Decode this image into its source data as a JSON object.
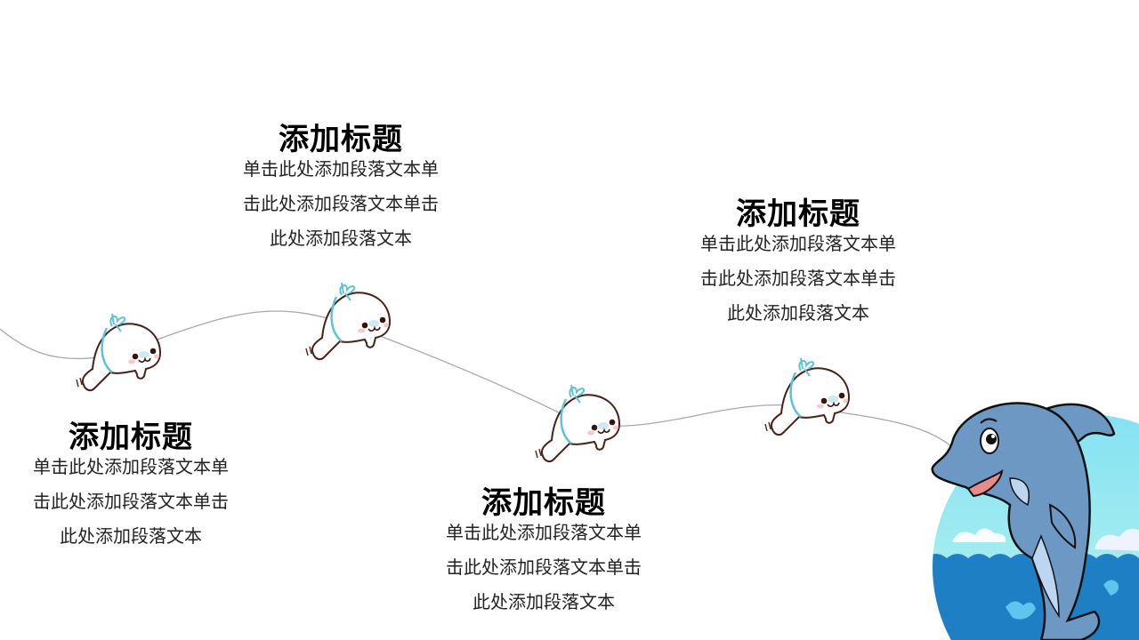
{
  "slide": {
    "background": "#ffffff",
    "path_color": "#a8a8a8",
    "blocks": [
      {
        "title": "添加标题",
        "body": [
          "单击此处添加段落文本单",
          "击此处添加段落文本单击",
          "此处添加段落文本"
        ]
      },
      {
        "title": "添加标题",
        "body": [
          "单击此处添加段落文本单",
          "击此处添加段落文本单击",
          "此处添加段落文本"
        ]
      },
      {
        "title": "添加标题",
        "body": [
          "单击此处添加段落文本单",
          "击此处添加段落文本单击",
          "此处添加段落文本"
        ]
      },
      {
        "title": "添加标题",
        "body": [
          "单击此处添加段落文本单",
          "击此处添加段落文本单击",
          "此处添加段落文本"
        ]
      }
    ],
    "illustrations": {
      "seal_count": 4,
      "seal_ribbon_color": "#5bc3dc",
      "seal_outline_color": "#4a1f14",
      "dolphin_body_color": "#6e98c4",
      "sky_color": "#8ee6f2",
      "sea_color": "#1f7fc4"
    }
  }
}
